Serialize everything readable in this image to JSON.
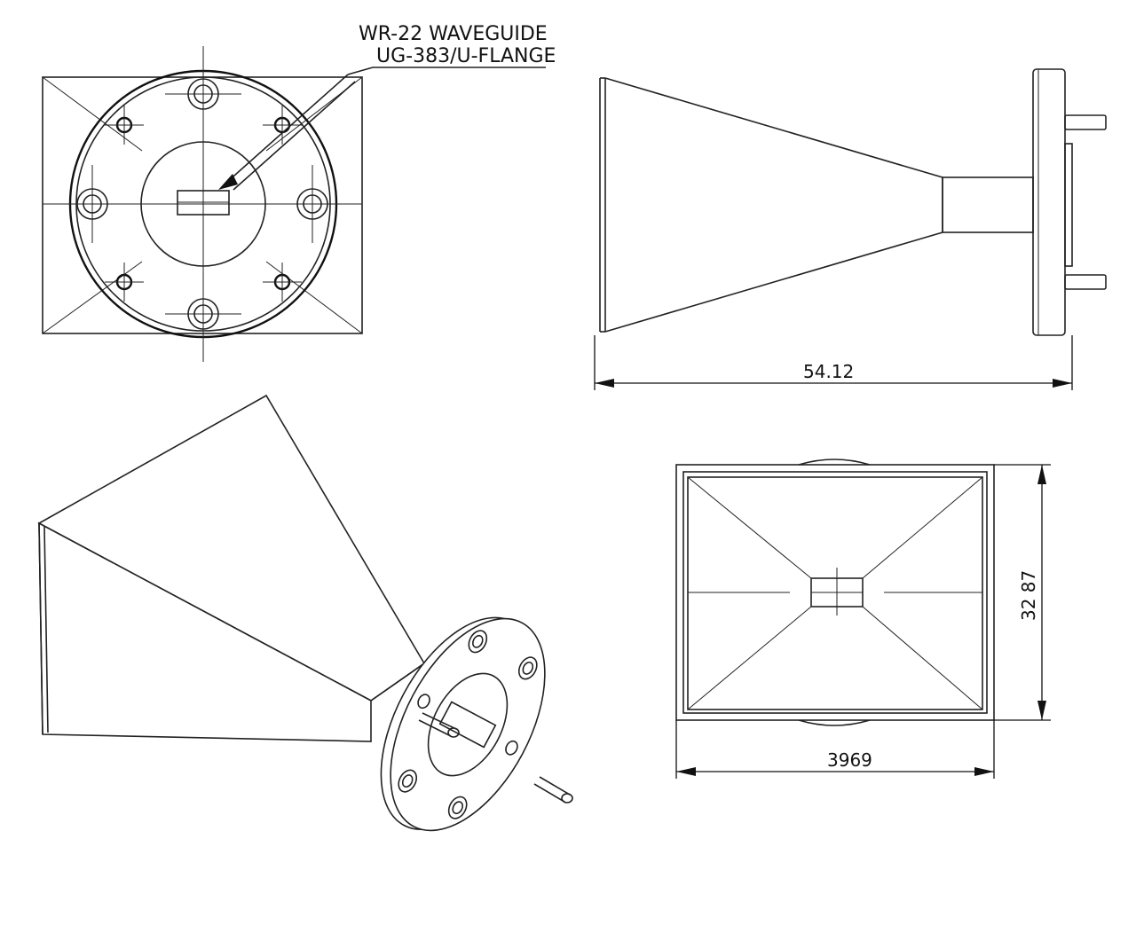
{
  "labels": {
    "waveguide": "WR-22 WAVEGUIDE",
    "flange": "UG-383/U-FLANGE"
  },
  "dimensions": {
    "length": "54.12",
    "width": "3969",
    "height": "32 87"
  }
}
